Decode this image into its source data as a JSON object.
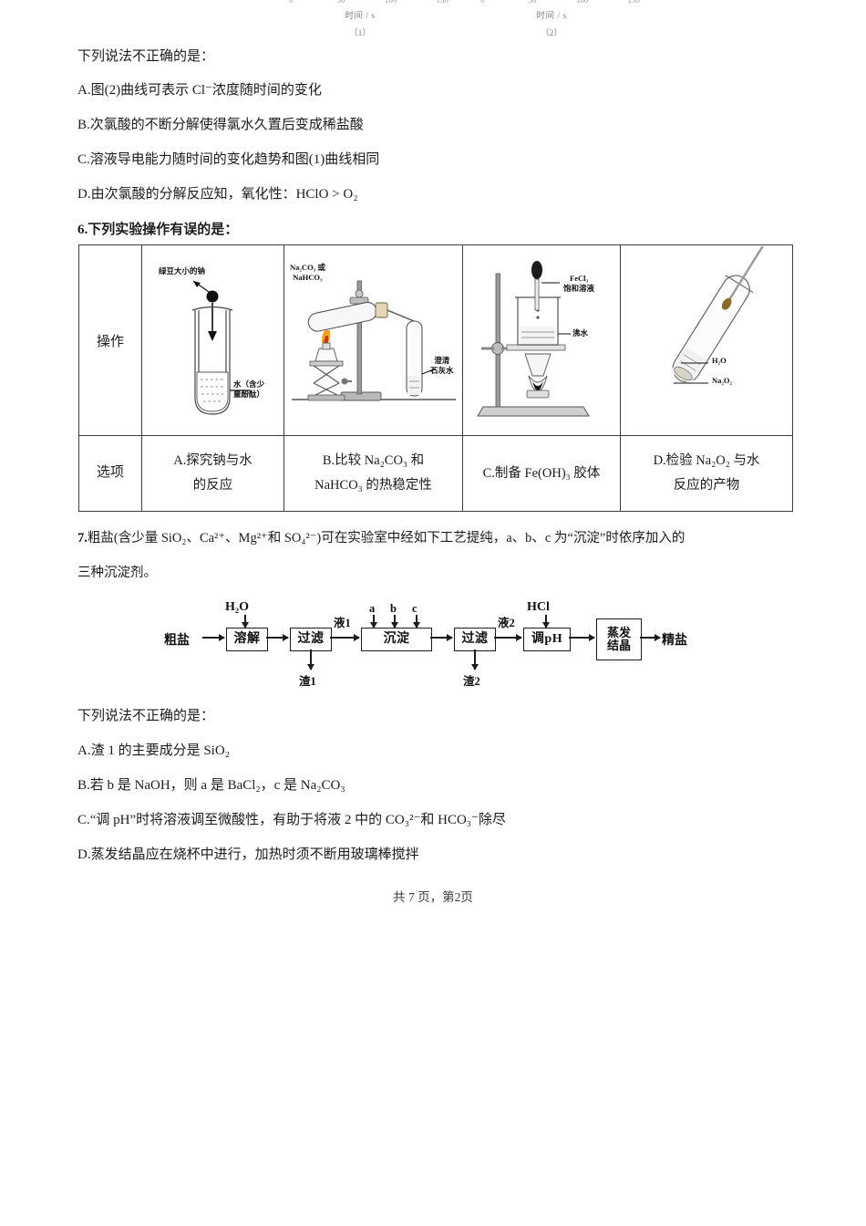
{
  "charts": {
    "figure1": {
      "ticks": [
        "0",
        "50",
        "100",
        "150"
      ],
      "axis_label": "时间 / s",
      "caption": "（1）"
    },
    "figure2": {
      "ticks": [
        "0",
        "50",
        "100",
        "150"
      ],
      "axis_label": "时间 / s",
      "caption": "（2）"
    }
  },
  "chart_data": [
    {
      "type": "line",
      "title": "（1）",
      "xlabel": "时间 / s",
      "ylabel": "",
      "x_ticks": [
        0,
        50,
        100,
        150
      ],
      "xlim": [
        0,
        150
      ],
      "grid": false,
      "note": "坐标轴被截断，仅可见横轴刻度与标签"
    },
    {
      "type": "line",
      "title": "（2）",
      "xlabel": "时间 / s",
      "ylabel": "",
      "x_ticks": [
        0,
        50,
        100,
        150
      ],
      "xlim": [
        0,
        150
      ],
      "grid": false,
      "note": "坐标轴被截断，仅可见横轴刻度与标签"
    }
  ],
  "question5": {
    "prompt": "下列说法不正确的是：",
    "options": [
      {
        "id": "A",
        "text": "A.图(2)曲线可表示 Cl⁻浓度随时间的变化"
      },
      {
        "id": "B",
        "text": "B.次氯酸的不断分解使得氯水久置后变成稀盐酸"
      },
      {
        "id": "C",
        "text": "C.溶液导电能力随时间的变化趋势和图(1)曲线相同"
      },
      {
        "id": "D",
        "text": "D.由次氯酸的分解反应知，氧化性：HClO > O₂"
      }
    ]
  },
  "question6": {
    "number": "6.",
    "stem": "下列实验操作有误的是：",
    "row_labels": {
      "operation": "操作",
      "option": "选项"
    },
    "columns": [
      {
        "id": "A",
        "option_line1": "A.探究钠与水",
        "option_line2": "的反应",
        "diagram": "test-tube-sodium-water",
        "diagram_labels": [
          "绿豆大小的钠",
          "水（含少",
          "量酚酞）"
        ]
      },
      {
        "id": "B",
        "option_line1": "B.比较 Na₂CO₃ 和",
        "option_line2": "NaHCO₃ 的热稳定性",
        "diagram": "heating-test-tube-limewater",
        "diagram_labels": [
          "Na₂CO₃ 或",
          "NaHCO₃",
          "澄清",
          "石灰水"
        ]
      },
      {
        "id": "C",
        "option_line1": "C.制备 Fe(OH)₃ 胶体",
        "option_line2": "",
        "diagram": "beaker-boiling-water-dropper",
        "diagram_labels": [
          "FeCl₃",
          "饱和溶液",
          "沸水"
        ]
      },
      {
        "id": "D",
        "option_line1": "D.检验 Na₂O₂ 与水",
        "option_line2": "反应的产物",
        "diagram": "tilted-test-tube-sodium-peroxide",
        "diagram_labels": [
          "H₂O",
          "Na₂O₂"
        ]
      }
    ]
  },
  "question7": {
    "number": "7.",
    "stem_line1_pre": "粗盐(含少量 SiO₂、Ca²⁺、Mg²⁺和 SO₄²⁻)可在实验室中经如下工艺提纯，a、b、c 为“沉淀”时依序加入的",
    "stem_line2": "三种沉淀剂。",
    "flow": {
      "input_label": "粗盐",
      "output_label": "精盐",
      "steps": [
        {
          "label": "溶解",
          "reagent_top": "H₂O"
        },
        {
          "label": "过滤",
          "waste_bottom": "渣1",
          "out_label": "液1"
        },
        {
          "label": "沉淀",
          "reagents_top": [
            "a",
            "b",
            "c"
          ]
        },
        {
          "label": "过滤",
          "waste_bottom": "渣2",
          "out_label": "液2"
        },
        {
          "label": "调pH",
          "reagent_top": "HCl"
        },
        {
          "label_line1": "蒸发",
          "label_line2": "结晶"
        }
      ]
    },
    "prompt": "下列说法不正确的是：",
    "options": [
      {
        "id": "A",
        "text": "A.渣 1 的主要成分是 SiO₂"
      },
      {
        "id": "B",
        "text": "B.若 b 是 NaOH，则 a 是 BaCl₂，c 是 Na₂CO₃"
      },
      {
        "id": "C",
        "text": "C.“调 pH”时将溶液调至微酸性，有助于将液 2 中的 CO₃²⁻和 HCO₃⁻除尽"
      },
      {
        "id": "D",
        "text": "D.蒸发结晶应在烧杯中进行，加热时须不断用玻璃棒搅拌"
      }
    ]
  },
  "footer": {
    "text": "共 7 页，第2页"
  }
}
